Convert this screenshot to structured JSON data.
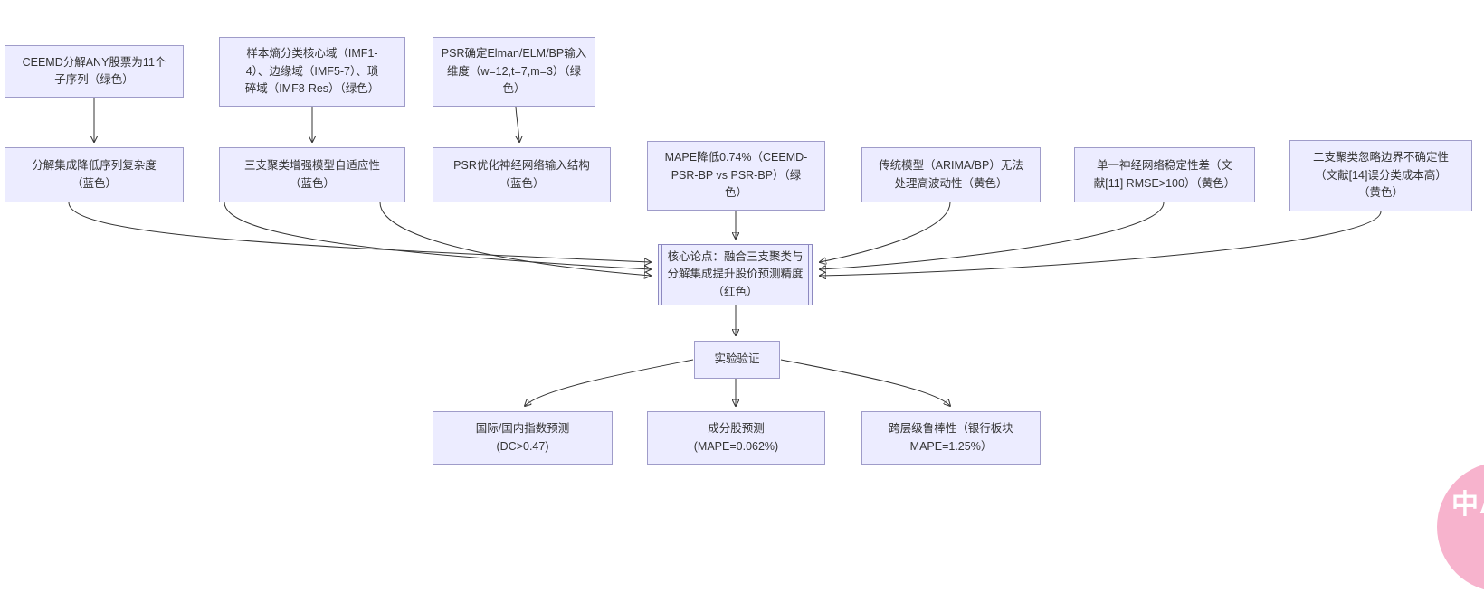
{
  "diagram": {
    "type": "flowchart",
    "background": "#ffffff",
    "node_fill": "#ececff",
    "node_border": "#9f9cc9",
    "text_color": "#333333",
    "arrow_color": "#333333",
    "nodes": {
      "ceemd_decompose": {
        "label": "CEEMD分解ANY股票为11个\n子序列（绿色）"
      },
      "sample_entropy": {
        "label": "样本熵分类核心域（IMF1-\n4）、边缘域（IMF5-7）、琐\n碎域（IMF8-Res）（绿色）"
      },
      "psr_dimension": {
        "label": "PSR确定Elman/ELM/BP输入\n维度（w=12,t=7,m=3）（绿\n色）"
      },
      "decompose_complexity": {
        "label": "分解集成降低序列复杂度\n（蓝色）"
      },
      "three_way_adaptive": {
        "label": "三支聚类增强模型自适应性\n（蓝色）"
      },
      "psr_structure": {
        "label": "PSR优化神经网络输入结构\n（蓝色）"
      },
      "mape_reduce": {
        "label": "MAPE降低0.74%（CEEMD-\nPSR-BP vs PSR-BP）（绿\n色）"
      },
      "traditional_limit": {
        "label": "传统模型（ARIMA/BP）无法\n处理高波动性（黄色）"
      },
      "single_nn_unstable": {
        "label": "单一神经网络稳定性差（文\n献[11] RMSE>100）（黄色）"
      },
      "two_way_boundary": {
        "label": "二支聚类忽略边界不确定性\n（文献[14]误分类成本高）\n（黄色）"
      },
      "core_thesis": {
        "label": "核心论点：融合三支聚类与\n分解集成提升股价预测精度\n（红色）"
      },
      "experiment": {
        "label": "实验验证"
      },
      "index_prediction": {
        "label": "国际/国内指数预测\n(DC>0.47)"
      },
      "stock_prediction": {
        "label": "成分股预测\n(MAPE=0.062%)"
      },
      "robustness": {
        "label": "跨层级鲁棒性（银行板块\nMAPE=1.25%）"
      }
    }
  },
  "watermark": {
    "label": "中A",
    "background": "#f7b3cd",
    "foreground": "#ffffff"
  }
}
